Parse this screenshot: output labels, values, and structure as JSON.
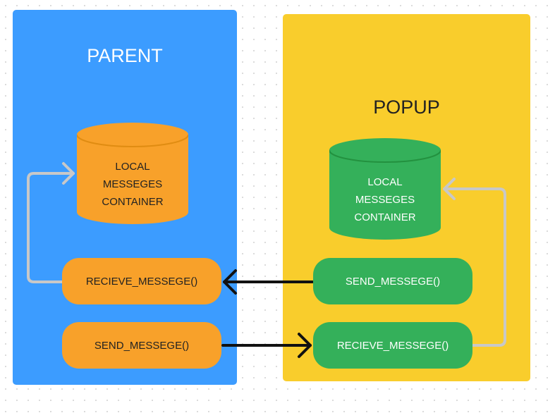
{
  "parent": {
    "title": "PARENT",
    "storage": {
      "line1": "LOCAL",
      "line2": "MESSEGES",
      "line3": "CONTAINER"
    },
    "receive_label": "RECIEVE_MESSEGE()",
    "send_label": "SEND_MESSEGE()"
  },
  "popup": {
    "title": "POPUP",
    "storage": {
      "line1": "LOCAL",
      "line2": "MESSEGES",
      "line3": "CONTAINER"
    },
    "send_label": "SEND_MESSEGE()",
    "receive_label": "RECIEVE_MESSEGE()"
  },
  "colors": {
    "parent_panel": "#3c9cff",
    "popup_panel": "#f9cd2c",
    "parent_nodes": "#f8a12a",
    "popup_nodes": "#34b05a",
    "message_arrow": "#111111",
    "loop_arrow": "#c8c8c8"
  }
}
